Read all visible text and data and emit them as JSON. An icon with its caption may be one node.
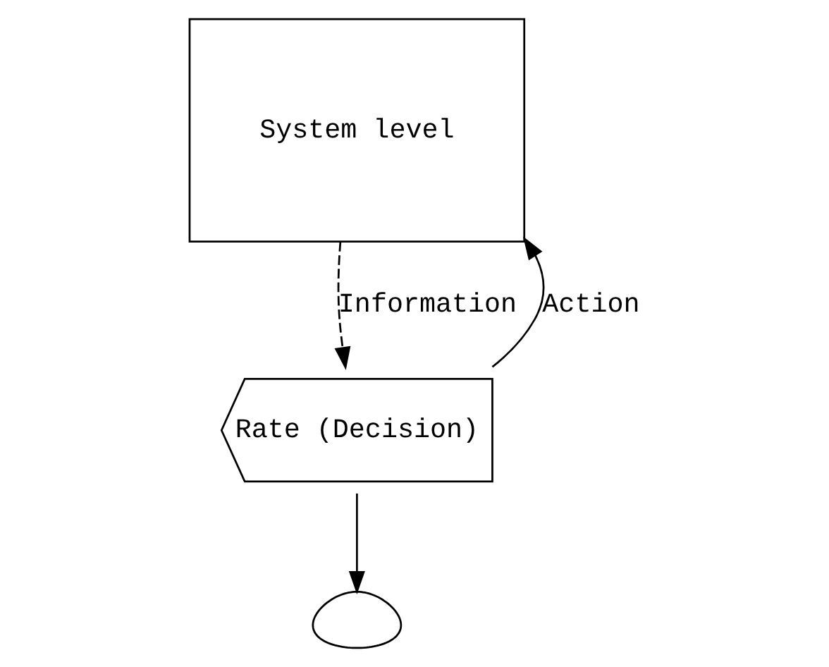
{
  "diagram": {
    "nodes": [
      {
        "text": [
          "System level"
        ]
      },
      {
        "text": [
          "Rate (Decision)"
        ]
      },
      {
        "text": [],
        "shape": "cloud"
      }
    ],
    "edges": [
      {
        "from": 1,
        "to": 0,
        "arrow": "to",
        "label": "Action"
      },
      {
        "from": 1,
        "to": 2,
        "arrow": "to"
      },
      {
        "from": 0,
        "to": 1,
        "arrow": "to",
        "style": "dashed",
        "label": "Information"
      }
    ]
  }
}
